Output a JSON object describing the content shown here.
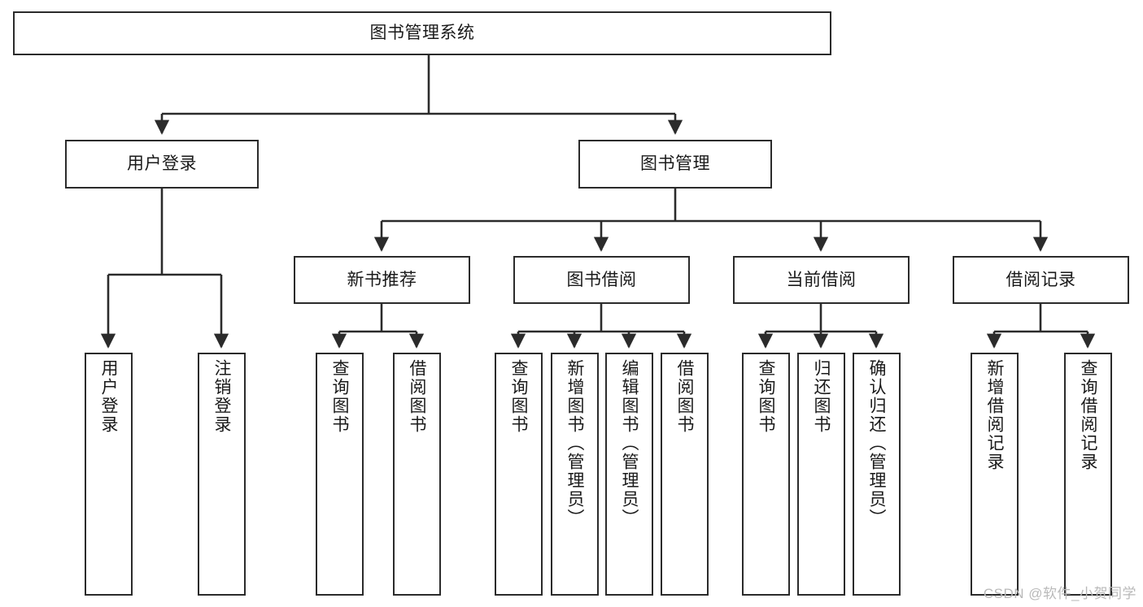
{
  "diagram": {
    "type": "tree",
    "title": "图书管理系统",
    "orientation": "top-down",
    "line_color": "#2b2b2b",
    "box_fill": "#ffffff",
    "text_color": "#1a1a1a",
    "watermark": "CSDN @软件_小贺同学",
    "nodes": {
      "root": {
        "label": "图书管理系统"
      },
      "level2": [
        {
          "id": "user_login",
          "label": "用户登录"
        },
        {
          "id": "book_manage",
          "label": "图书管理"
        }
      ],
      "level3": [
        {
          "id": "new_book_rec",
          "label": "新书推荐",
          "parent": "book_manage"
        },
        {
          "id": "book_borrow",
          "label": "图书借阅",
          "parent": "book_manage"
        },
        {
          "id": "current_borrow",
          "label": "当前借阅",
          "parent": "book_manage"
        },
        {
          "id": "borrow_record",
          "label": "借阅记录",
          "parent": "book_manage"
        }
      ],
      "leaves": [
        {
          "id": "leaf_user_login",
          "label": "用户登录",
          "parent": "user_login"
        },
        {
          "id": "leaf_logout",
          "label": "注销登录",
          "parent": "user_login"
        },
        {
          "id": "leaf_query_book_1",
          "label": "查询图书",
          "parent": "new_book_rec"
        },
        {
          "id": "leaf_borrow_book_1",
          "label": "借阅图书",
          "parent": "new_book_rec"
        },
        {
          "id": "leaf_query_book_2",
          "label": "查询图书",
          "parent": "book_borrow"
        },
        {
          "id": "leaf_add_book",
          "label": "新增图书（管理员）",
          "parent": "book_borrow"
        },
        {
          "id": "leaf_edit_book",
          "label": "编辑图书（管理员）",
          "parent": "book_borrow"
        },
        {
          "id": "leaf_borrow_book_2",
          "label": "借阅图书",
          "parent": "book_borrow"
        },
        {
          "id": "leaf_query_book_3",
          "label": "查询图书",
          "parent": "current_borrow"
        },
        {
          "id": "leaf_return_book",
          "label": "归还图书",
          "parent": "current_borrow"
        },
        {
          "id": "leaf_confirm_return",
          "label": "确认归还（管理员）",
          "parent": "current_borrow"
        },
        {
          "id": "leaf_add_record",
          "label": "新增借阅记录",
          "parent": "borrow_record"
        },
        {
          "id": "leaf_query_record",
          "label": "查询借阅记录",
          "parent": "borrow_record"
        }
      ]
    }
  }
}
